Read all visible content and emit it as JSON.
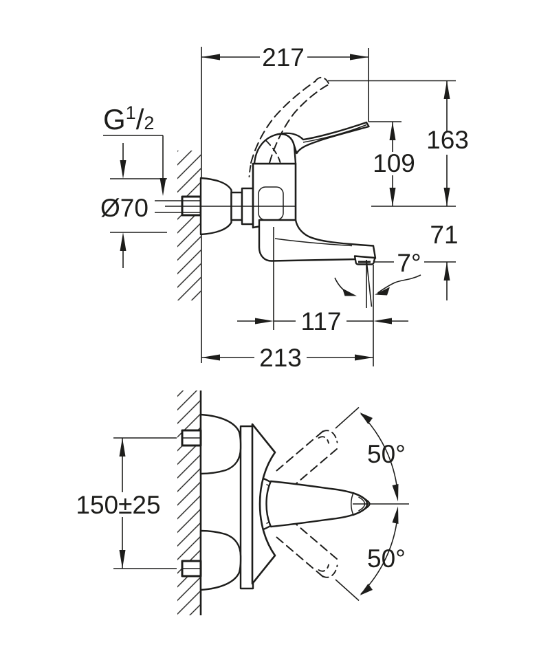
{
  "colors": {
    "ink": "#1d1d1b",
    "background": "#ffffff"
  },
  "side_view": {
    "dims": {
      "handle_reach": "217",
      "raised_handle_height": "163",
      "handle_height": "109",
      "spout_drop": "71",
      "outlet_angle": "7°",
      "spout_front_section": "117",
      "spout_reach": "213",
      "escutcheon_diameter": "Ø70",
      "thread_base": "G",
      "thread_numerator": "1",
      "thread_slash": "/",
      "thread_denominator": "2"
    }
  },
  "plan_view": {
    "dims": {
      "inlet_spacing": "150±25",
      "swivel_upper": "50°",
      "swivel_lower": "50°"
    }
  }
}
